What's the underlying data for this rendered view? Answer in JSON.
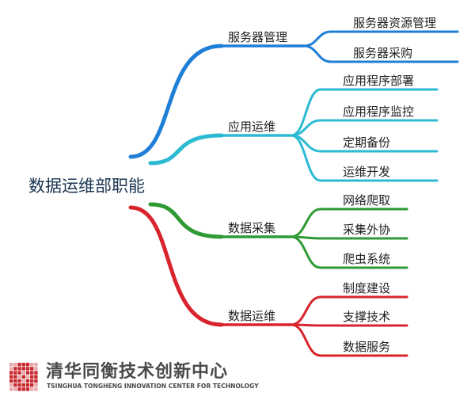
{
  "mindmap": {
    "root": "数据运维部职能",
    "branches": [
      {
        "label": "服务器管理",
        "color": "#1f7fd6",
        "children": [
          "服务器资源管理",
          "服务器采购"
        ]
      },
      {
        "label": "应用运维",
        "color": "#2cbad3",
        "children": [
          "应用程序部署",
          "应用程序监控",
          "定期备份",
          "运维开发"
        ]
      },
      {
        "label": "数据采集",
        "color": "#2e9a34",
        "children": [
          "网络爬取",
          "采集外协",
          "爬虫系统"
        ]
      },
      {
        "label": "数据运维",
        "color": "#d9242e",
        "children": [
          "制度建设",
          "支撑技术",
          "数据服务"
        ]
      }
    ]
  },
  "logo": {
    "title": "清华同衡技术创新中心",
    "subtitle": "TSINGHUA TONGHENG INNOVATION CENTER FOR TECHNOLOGY",
    "mark_icon": "pixel-grid-logo-icon",
    "mark_color": "#c8282e"
  }
}
